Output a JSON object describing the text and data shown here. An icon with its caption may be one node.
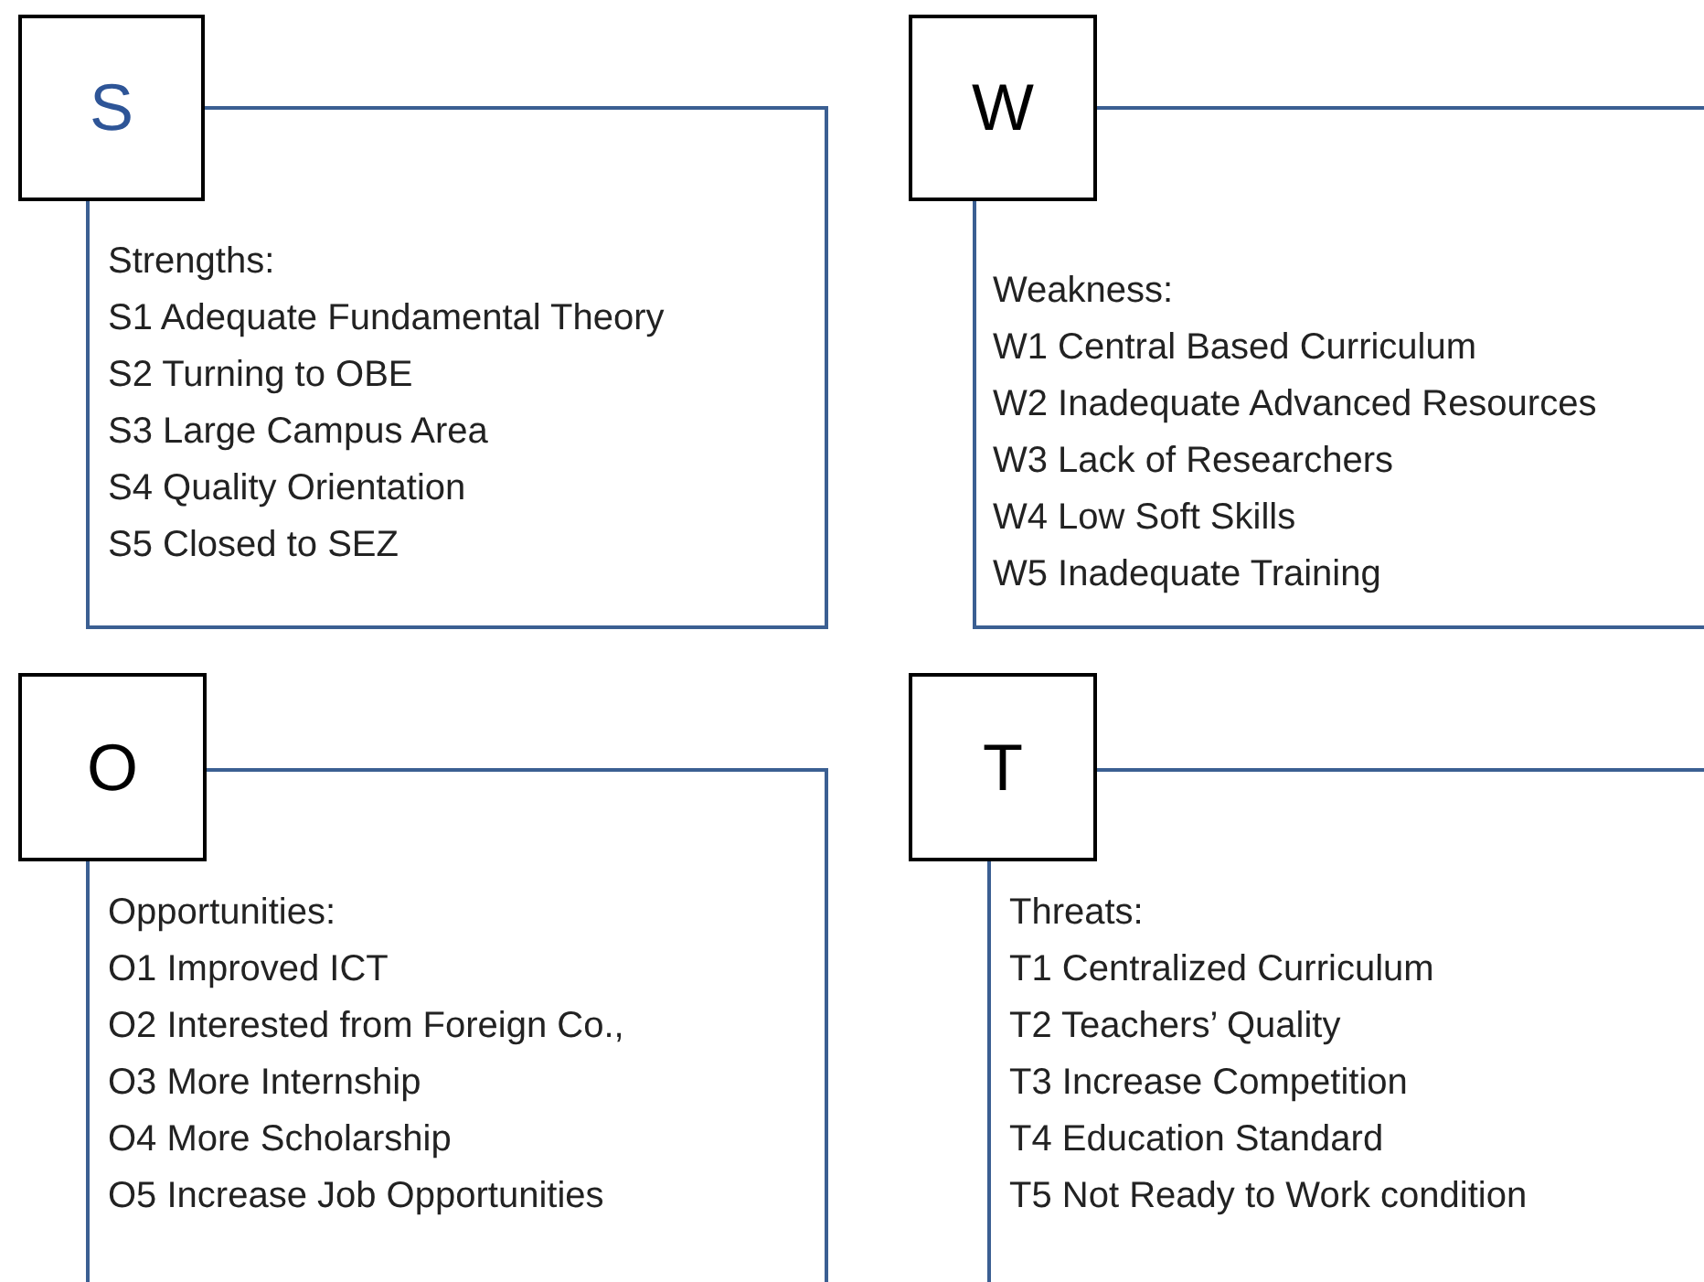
{
  "diagram": {
    "nodes": [
      {
        "text": [
          "S"
        ]
      },
      {
        "text": [
          "Strengths:",
          "S1 Adequate Fundamental Theory",
          "S2 Turning to OBE",
          "S3 Large Campus Area",
          "S4 Quality Orientation",
          "S5 Closed to SEZ"
        ]
      },
      {
        "text": [
          "W"
        ]
      },
      {
        "text": [
          "Weakness:",
          "W1 Central Based Curriculum",
          "W2 Inadequate Advanced Resources",
          "W3 Lack of Researchers",
          "W4 Low Soft Skills",
          "W5 Inadequate Training"
        ]
      },
      {
        "text": [
          "O"
        ]
      },
      {
        "text": [
          "Opportunities:",
          "O1 Improved ICT",
          "O2 Interested from Foreign Co.,",
          "O3 More Internship",
          "O4 More Scholarship",
          "O5 Increase Job Opportunities"
        ]
      },
      {
        "text": [
          "T"
        ]
      },
      {
        "text": [
          "Threats:",
          "T1 Centralized Curriculum",
          "T2 Teachers’ Quality",
          "T3 Increase Competition",
          "T4 Education Standard",
          "T5 Not Ready to Work condition"
        ]
      }
    ]
  }
}
